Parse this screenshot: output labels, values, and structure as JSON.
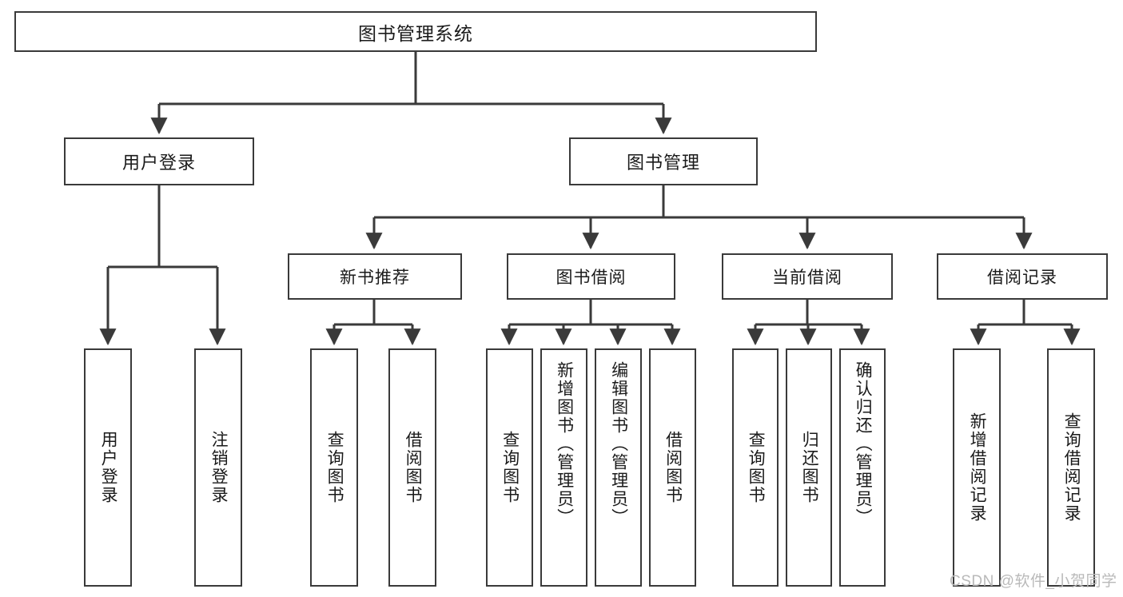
{
  "diagram": {
    "title": "图书管理系统",
    "watermark": "CSDN @软件_小贺同学",
    "root": {
      "label": "图书管理系统"
    },
    "level1": [
      {
        "label": "用户登录"
      },
      {
        "label": "图书管理"
      }
    ],
    "level2": [
      {
        "label": "新书推荐"
      },
      {
        "label": "图书借阅"
      },
      {
        "label": "当前借阅"
      },
      {
        "label": "借阅记录"
      }
    ],
    "leaves": {
      "user_login": [
        {
          "label": "用户登录"
        },
        {
          "label": "注销登录"
        }
      ],
      "new_book": [
        {
          "label": "查询图书"
        },
        {
          "label": "借阅图书"
        }
      ],
      "borrow_book": [
        {
          "label": "查询图书"
        },
        {
          "label": "新增图书（管理员）"
        },
        {
          "label": "编辑图书（管理员）"
        },
        {
          "label": "借阅图书"
        }
      ],
      "current_borrow": [
        {
          "label": "查询图书"
        },
        {
          "label": "归还图书"
        },
        {
          "label": "确认归还（管理员）"
        }
      ],
      "borrow_record": [
        {
          "label": "新增借阅记录"
        },
        {
          "label": "查询借阅记录"
        }
      ]
    }
  },
  "colors": {
    "stroke": "#3a3a3a",
    "background": "#ffffff",
    "text": "#1a1a1a",
    "watermark": "#b9b9b9"
  }
}
